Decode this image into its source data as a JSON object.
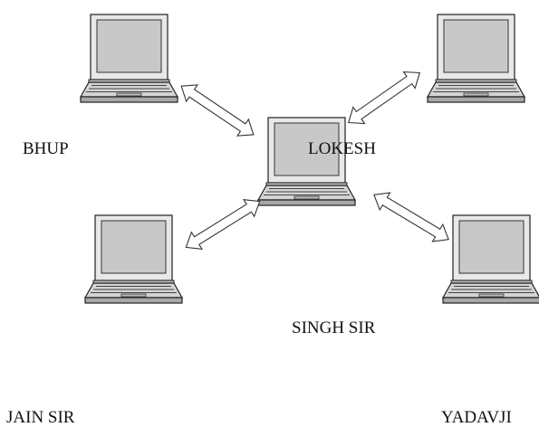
{
  "nodes": {
    "bhup": "BHUP",
    "lokesh": "LOKESH",
    "singh_sir": "SINGH SIR",
    "jain_sir": "JAIN SIR",
    "yadavji": "YADAVJI"
  },
  "colors": {
    "screen_fill": "#c8c8c8",
    "bezel_fill": "#e8e8e8",
    "body_fill": "#d4d4d4",
    "base_fill": "#a8a8a8",
    "outline": "#222222",
    "arrow_fill": "#ffffff"
  },
  "icons": {
    "computer": "laptop-icon",
    "link": "double-arrow-icon"
  }
}
